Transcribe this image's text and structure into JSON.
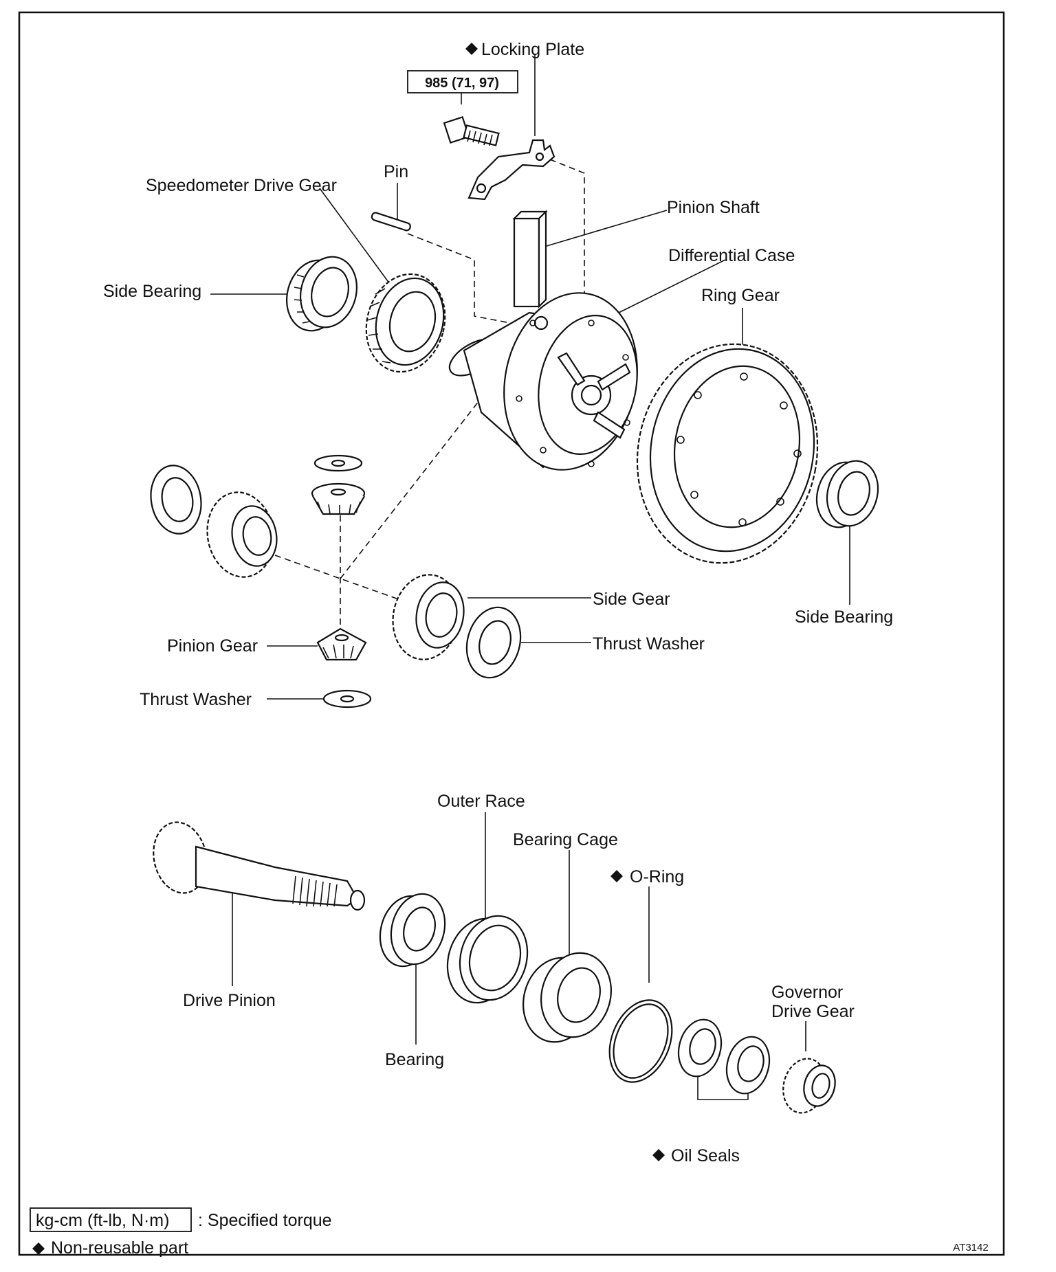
{
  "labels": {
    "locking_plate": "Locking Plate",
    "torque_value": "985 (71, 97)",
    "pin": "Pin",
    "speedometer_drive_gear": "Speedometer Drive Gear",
    "pinion_shaft": "Pinion Shaft",
    "differential_case": "Differential Case",
    "side_bearing_left": "Side Bearing",
    "ring_gear": "Ring Gear",
    "side_gear": "Side Gear",
    "side_bearing_right": "Side Bearing",
    "thrust_washer_right": "Thrust Washer",
    "pinion_gear": "Pinion Gear",
    "thrust_washer_left": "Thrust Washer",
    "outer_race": "Outer Race",
    "bearing_cage": "Bearing Cage",
    "o_ring": "O-Ring",
    "governor_drive_gear_line1": "Governor",
    "governor_drive_gear_line2": "Drive Gear",
    "drive_pinion": "Drive Pinion",
    "bearing": "Bearing",
    "oil_seals": "Oil Seals"
  },
  "legend": {
    "torque_box": "kg-cm (ft-lb, N·m)",
    "torque_text": ": Specified torque",
    "nonreusable_text": "Non-reusable part"
  },
  "figure_code": "AT3142"
}
